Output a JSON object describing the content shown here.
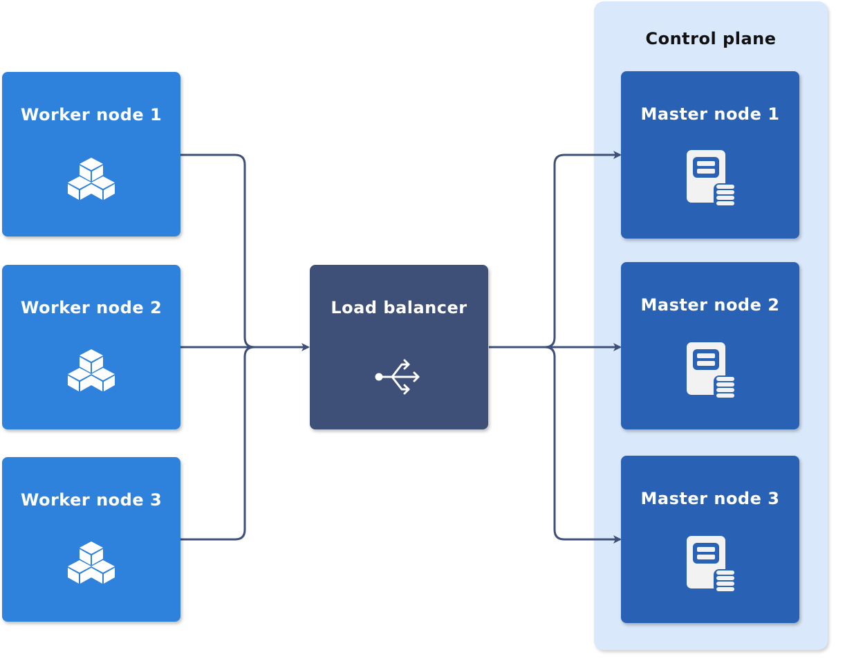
{
  "colors": {
    "worker": "#2f82dc",
    "master": "#2962b4",
    "load_balancer": "#3e5078",
    "panel": "#dae8fb",
    "connector": "#3e5078",
    "icon": "#ffffff",
    "master_icon_bg": "#f2f2f2"
  },
  "control_plane": {
    "title": "Control plane"
  },
  "workers": [
    {
      "label": "Worker node 1",
      "icon": "cubes-icon"
    },
    {
      "label": "Worker node 2",
      "icon": "cubes-icon"
    },
    {
      "label": "Worker node 3",
      "icon": "cubes-icon"
    }
  ],
  "load_balancer": {
    "label": "Load balancer",
    "icon": "load-balancer-icon"
  },
  "masters": [
    {
      "label": "Master node 1",
      "icon": "server-database-icon"
    },
    {
      "label": "Master node 2",
      "icon": "server-database-icon"
    },
    {
      "label": "Master node 3",
      "icon": "server-database-icon"
    }
  ]
}
